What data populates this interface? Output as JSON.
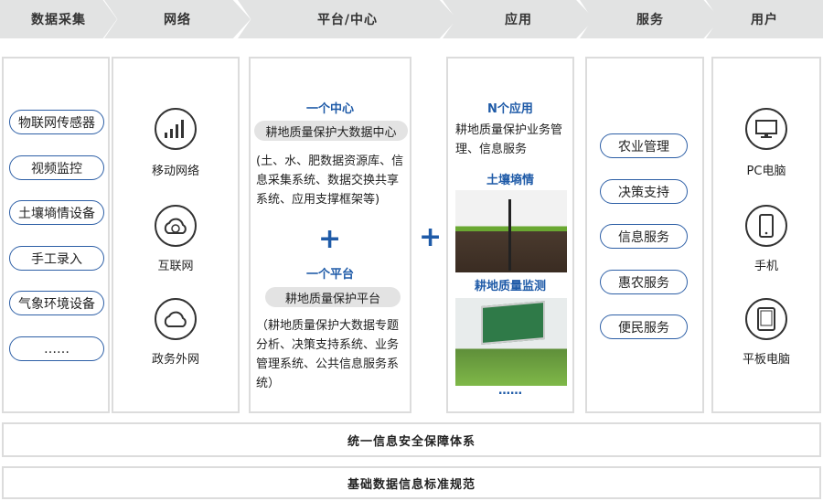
{
  "header": [
    "数据采集",
    "网络",
    "平台/中心",
    "应用",
    "服务",
    "用户"
  ],
  "collection": [
    "物联网传感器",
    "视频监控",
    "土壤墒情设备",
    "手工录入",
    "气象环境设备",
    "……"
  ],
  "network": [
    "移动网络",
    "互联网",
    "政务外网"
  ],
  "platform": {
    "center_title": "一个中心",
    "center_name": "耕地质量保护大数据中心",
    "center_desc": "(土、水、肥数据资源库、信息采集系统、数据交换共享系统、应用支撑框架等)",
    "plus": "+",
    "platform_title": "一个平台",
    "platform_name": "耕地质量保护平台",
    "platform_desc": "（耕地质量保护大数据专题分析、决策支持系统、业务管理系统、公共信息服务系统）"
  },
  "app": {
    "plus": "+",
    "title": "N个应用",
    "desc": "耕地质量保护业务管理、信息服务",
    "img1_title": "土壤墒情",
    "img2_title": "耕地质量监测",
    "more": "……"
  },
  "services": [
    "农业管理",
    "决策支持",
    "信息服务",
    "惠农服务",
    "便民服务"
  ],
  "users": [
    "PC电脑",
    "手机",
    "平板电脑"
  ],
  "bottom": [
    "统一信息安全保障体系",
    "基础数据信息标准规范"
  ]
}
